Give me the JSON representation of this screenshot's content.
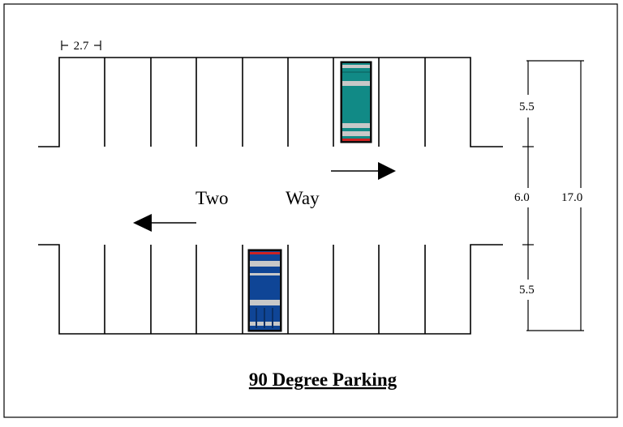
{
  "diagram": {
    "stall_width_label": "2.7",
    "dimensions": {
      "top_row": "5.5",
      "aisle": "6.0",
      "bottom_row": "5.5",
      "total": "17.0"
    },
    "flow_words": [
      "Two",
      "Way"
    ],
    "caption": "90 Degree Parking",
    "colors": {
      "frame": "#000000",
      "teal_car": "#118a86",
      "blue_car": "#0f4596",
      "car_window": "#c8c8c8",
      "car_light": "#cc2222"
    }
  }
}
